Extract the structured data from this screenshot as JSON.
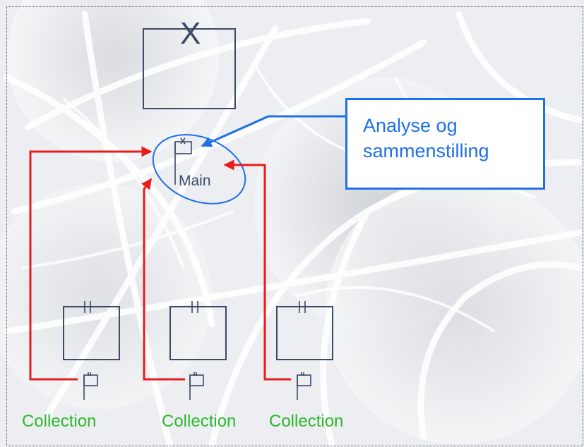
{
  "diagram": {
    "top_box_mark": "X",
    "main_label": "Main",
    "callout_text": "Analyse og sammenstilling",
    "collection_labels": [
      "Collection",
      "Collection",
      "Collection"
    ]
  },
  "colors": {
    "box_stroke": "#3a4a66",
    "callout_blue": "#1f6fe8",
    "arrow_red": "#e81c1c",
    "label_green": "#2db82d"
  }
}
